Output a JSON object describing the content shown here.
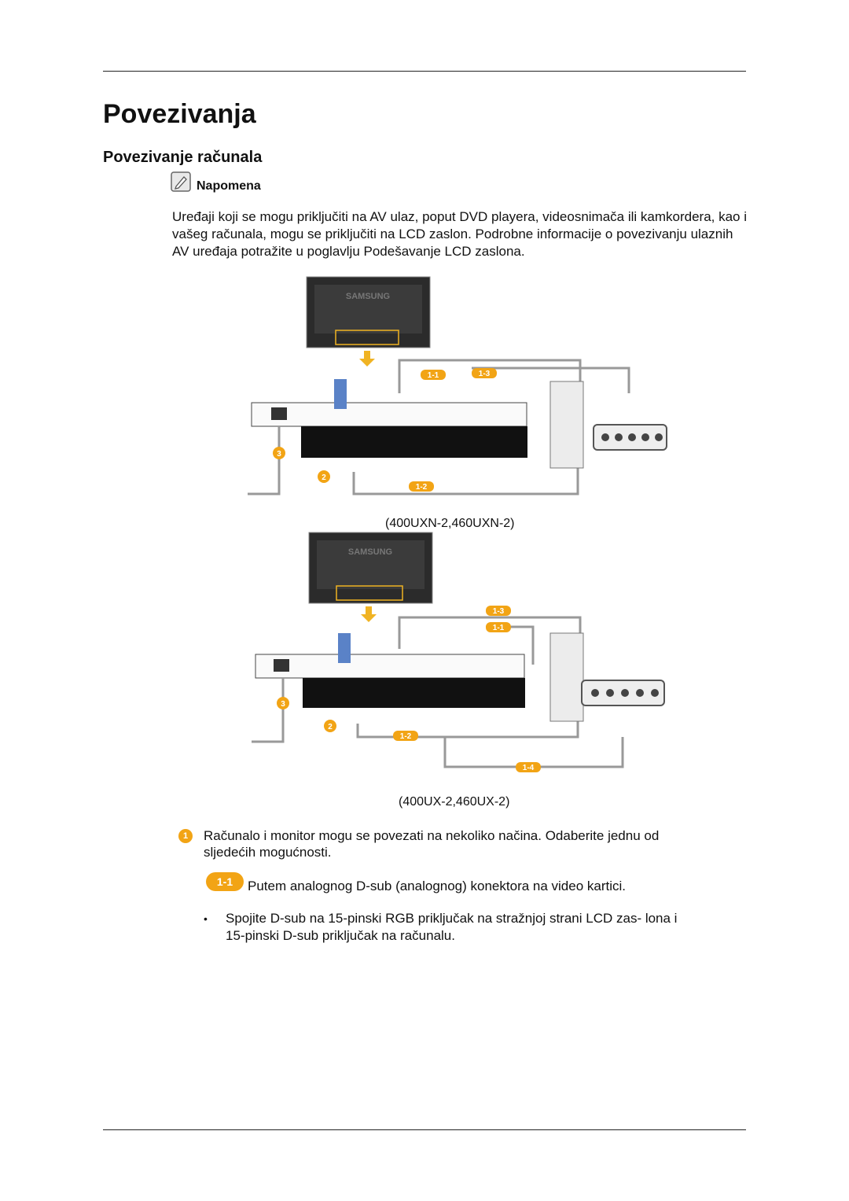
{
  "page": {
    "title": "Povezivanja",
    "section_title": "Povezivanje računala",
    "note_label": "Napomena",
    "note_text": "Uređaji koji se mogu priključiti na AV ulaz, poput DVD playera, videosnimača ili kamkordera, kao i vašeg računala, mogu se priključiti na LCD zaslon. Podrobne informacije o povezivanju ulaznih AV uređaja potražite u poglavlju Podešavanje LCD zaslona.",
    "figure1": {
      "caption": "(400UXN-2,460UXN-2)",
      "brand": "SAMSUNG",
      "labels": [
        "1-1",
        "1-3",
        "1-2",
        "2",
        "3"
      ]
    },
    "figure2": {
      "caption": "(400UX-2,460UX-2)",
      "brand": "SAMSUNG",
      "labels": [
        "1-3",
        "1-1",
        "1-2",
        "1-4",
        "2",
        "3"
      ]
    },
    "step1": {
      "number": "1",
      "text": "Računalo i monitor mogu se povezati na nekoliko načina. Odaberite jednu od sljedećih mogućnosti."
    },
    "option": {
      "badge": "1-1",
      "text": "Putem analognog D-sub (analognog) konektora na video kartici."
    },
    "bullet": {
      "symbol": "•",
      "text": "Spojite D-sub na 15-pinski RGB priključak na stražnjoj strani LCD zas- lona i 15-pinski D-sub priključak na računalu."
    },
    "colors": {
      "accent": "#f2a415",
      "arrow": "#f0b323",
      "cable": "#999999",
      "panel": "#111111"
    }
  }
}
